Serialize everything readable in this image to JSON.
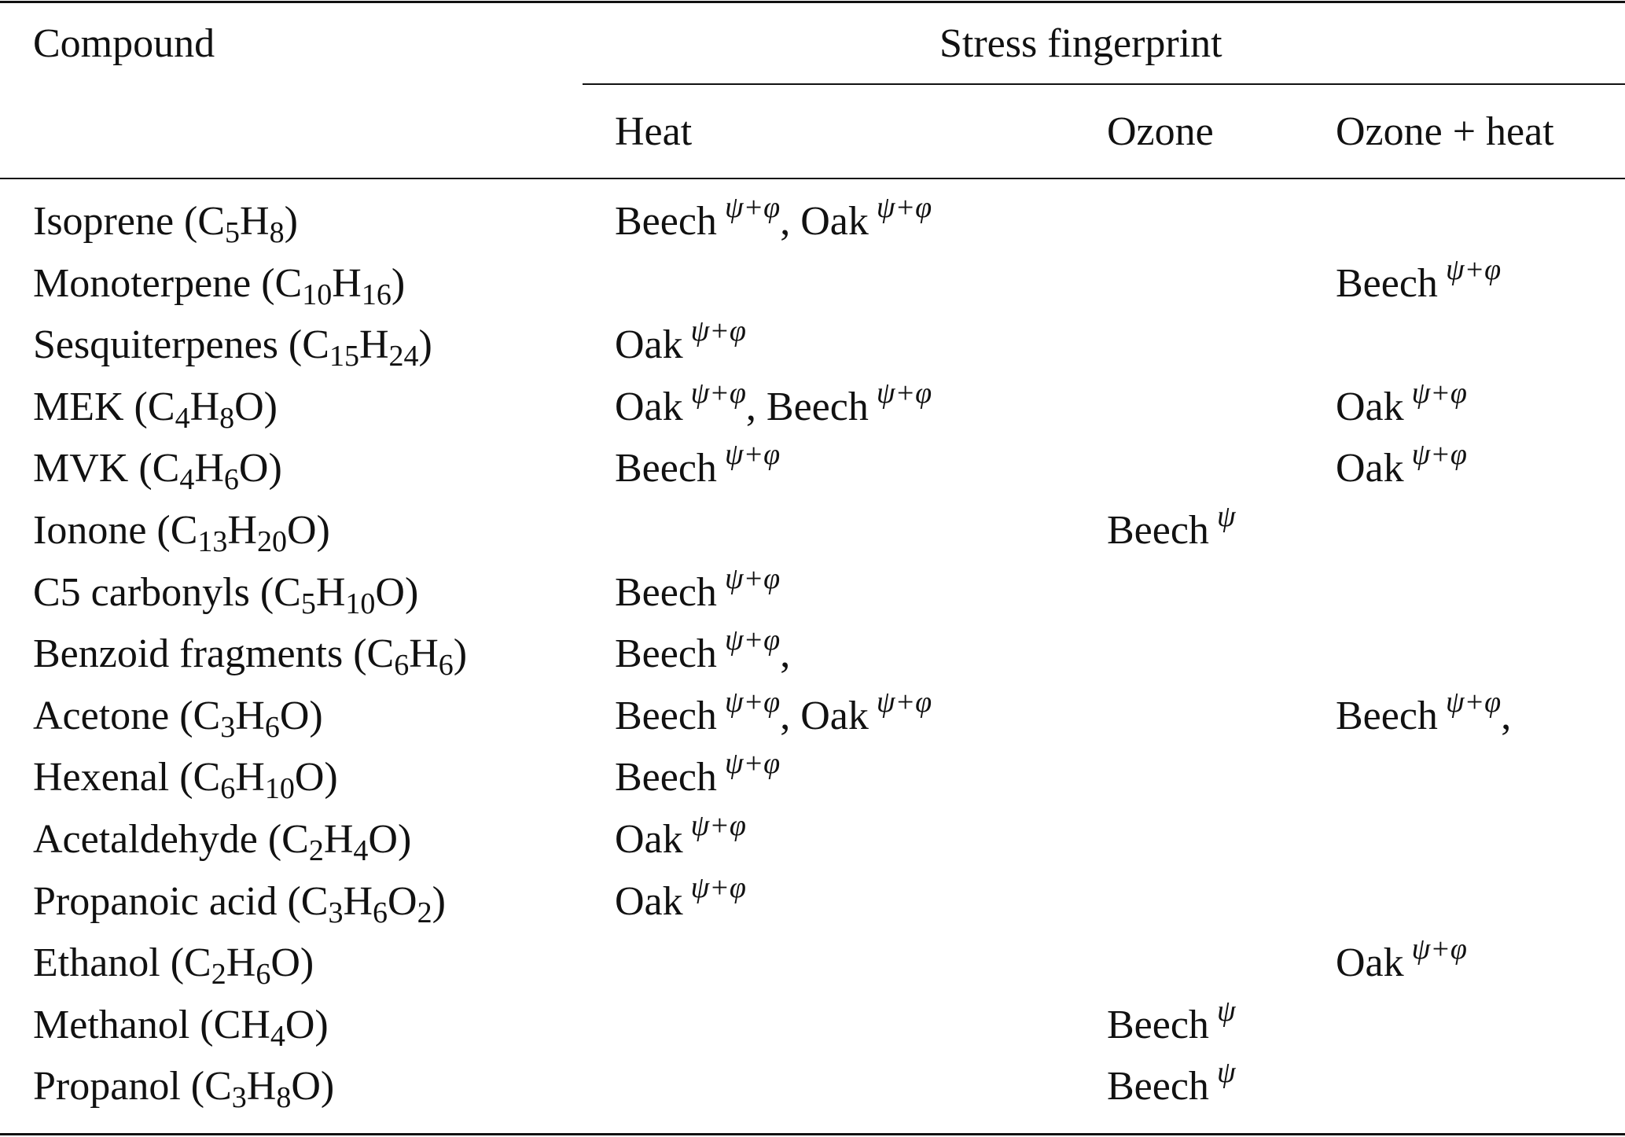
{
  "headers": {
    "compound": "Compound",
    "group": "Stress fingerprint",
    "heat": "Heat",
    "ozone": "Ozone",
    "ozone_heat": "Ozone + heat"
  },
  "rows": [
    {
      "compound": [
        {
          "t": "Isoprene (C"
        },
        {
          "s": "5"
        },
        {
          "t": "H"
        },
        {
          "s": "8"
        },
        {
          "t": ")"
        }
      ],
      "heat": [
        {
          "n": "Beech",
          "sup": "ψ+φ",
          "after": ", "
        },
        {
          "n": "Oak",
          "sup": "ψ+φ",
          "after": ""
        }
      ],
      "ozone": [],
      "ozone_heat": []
    },
    {
      "compound": [
        {
          "t": "Monoterpene (C"
        },
        {
          "s": "10"
        },
        {
          "t": "H"
        },
        {
          "s": "16"
        },
        {
          "t": ")"
        }
      ],
      "heat": [],
      "ozone": [],
      "ozone_heat": [
        {
          "n": "Beech",
          "sup": "ψ+φ",
          "after": ""
        }
      ]
    },
    {
      "compound": [
        {
          "t": "Sesquiterpenes (C"
        },
        {
          "s": "15"
        },
        {
          "t": "H"
        },
        {
          "s": "24"
        },
        {
          "t": ")"
        }
      ],
      "heat": [
        {
          "n": "Oak",
          "sup": "ψ+φ",
          "after": ""
        }
      ],
      "ozone": [],
      "ozone_heat": []
    },
    {
      "compound": [
        {
          "t": "MEK (C"
        },
        {
          "s": "4"
        },
        {
          "t": "H"
        },
        {
          "s": "8"
        },
        {
          "t": "O)"
        }
      ],
      "heat": [
        {
          "n": "Oak",
          "sup": "ψ+φ",
          "after": ", "
        },
        {
          "n": "Beech",
          "sup": "ψ+φ",
          "after": ""
        }
      ],
      "ozone": [],
      "ozone_heat": [
        {
          "n": "Oak",
          "sup": "ψ+φ",
          "after": ""
        }
      ]
    },
    {
      "compound": [
        {
          "t": "MVK (C"
        },
        {
          "s": "4"
        },
        {
          "t": "H"
        },
        {
          "s": "6"
        },
        {
          "t": "O)"
        }
      ],
      "heat": [
        {
          "n": "Beech",
          "sup": "ψ+φ",
          "after": ""
        }
      ],
      "ozone": [],
      "ozone_heat": [
        {
          "n": "Oak",
          "sup": "ψ+φ",
          "after": ""
        }
      ]
    },
    {
      "compound": [
        {
          "t": "Ionone (C"
        },
        {
          "s": "13"
        },
        {
          "t": "H"
        },
        {
          "s": "20"
        },
        {
          "t": "O)"
        }
      ],
      "heat": [],
      "ozone": [
        {
          "n": "Beech",
          "sup": "ψ",
          "after": ""
        }
      ],
      "ozone_heat": []
    },
    {
      "compound": [
        {
          "t": "C5 carbonyls (C"
        },
        {
          "s": "5"
        },
        {
          "t": "H"
        },
        {
          "s": "10"
        },
        {
          "t": "O)"
        }
      ],
      "heat": [
        {
          "n": "Beech",
          "sup": "ψ+φ",
          "after": ""
        }
      ],
      "ozone": [],
      "ozone_heat": []
    },
    {
      "compound": [
        {
          "t": "Benzoid fragments (C"
        },
        {
          "s": "6"
        },
        {
          "t": "H"
        },
        {
          "s": "6"
        },
        {
          "t": ")"
        }
      ],
      "heat": [
        {
          "n": "Beech",
          "sup": "ψ+φ",
          "after": ","
        }
      ],
      "ozone": [],
      "ozone_heat": []
    },
    {
      "compound": [
        {
          "t": "Acetone (C"
        },
        {
          "s": "3"
        },
        {
          "t": "H"
        },
        {
          "s": "6"
        },
        {
          "t": "O)"
        }
      ],
      "heat": [
        {
          "n": "Beech",
          "sup": "ψ+φ",
          "after": ", "
        },
        {
          "n": "Oak",
          "sup": "ψ+φ",
          "after": ""
        }
      ],
      "ozone": [],
      "ozone_heat": [
        {
          "n": "Beech",
          "sup": "ψ+φ",
          "after": ","
        }
      ]
    },
    {
      "compound": [
        {
          "t": "Hexenal (C"
        },
        {
          "s": "6"
        },
        {
          "t": "H"
        },
        {
          "s": "10"
        },
        {
          "t": "O)"
        }
      ],
      "heat": [
        {
          "n": "Beech",
          "sup": "ψ+φ",
          "after": ""
        }
      ],
      "ozone": [],
      "ozone_heat": []
    },
    {
      "compound": [
        {
          "t": "Acetaldehyde (C"
        },
        {
          "s": "2"
        },
        {
          "t": "H"
        },
        {
          "s": "4"
        },
        {
          "t": "O)"
        }
      ],
      "heat": [
        {
          "n": "Oak",
          "sup": "ψ+φ",
          "after": ""
        }
      ],
      "ozone": [],
      "ozone_heat": []
    },
    {
      "compound": [
        {
          "t": "Propanoic acid (C"
        },
        {
          "s": "3"
        },
        {
          "t": "H"
        },
        {
          "s": "6"
        },
        {
          "t": "O"
        },
        {
          "s": "2"
        },
        {
          "t": ")"
        }
      ],
      "heat": [
        {
          "n": "Oak",
          "sup": "ψ+φ",
          "after": ""
        }
      ],
      "ozone": [],
      "ozone_heat": []
    },
    {
      "compound": [
        {
          "t": "Ethanol (C"
        },
        {
          "s": "2"
        },
        {
          "t": "H"
        },
        {
          "s": "6"
        },
        {
          "t": "O)"
        }
      ],
      "heat": [],
      "ozone": [],
      "ozone_heat": [
        {
          "n": "Oak",
          "sup": "ψ+φ",
          "after": ""
        }
      ]
    },
    {
      "compound": [
        {
          "t": "Methanol (CH"
        },
        {
          "s": "4"
        },
        {
          "t": "O)"
        }
      ],
      "heat": [],
      "ozone": [
        {
          "n": "Beech",
          "sup": "ψ",
          "after": ""
        }
      ],
      "ozone_heat": []
    },
    {
      "compound": [
        {
          "t": "Propanol (C"
        },
        {
          "s": "3"
        },
        {
          "t": "H"
        },
        {
          "s": "8"
        },
        {
          "t": "O)"
        }
      ],
      "heat": [],
      "ozone": [
        {
          "n": "Beech",
          "sup": "ψ",
          "after": ""
        }
      ],
      "ozone_heat": []
    }
  ]
}
